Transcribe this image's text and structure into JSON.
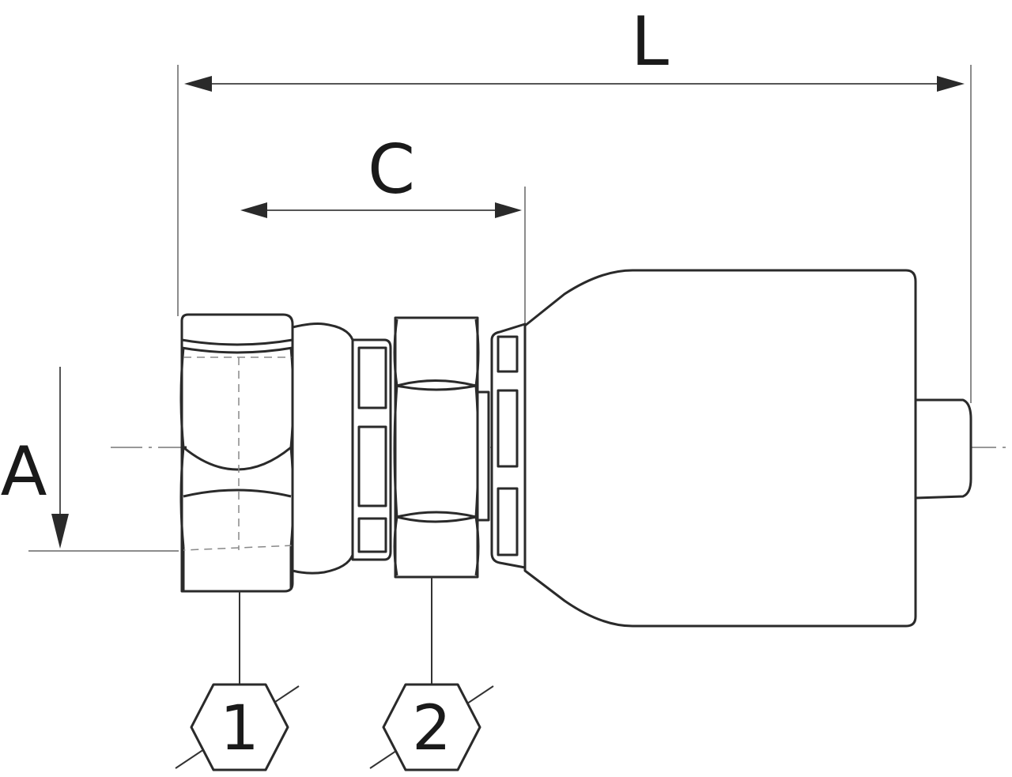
{
  "dimensions": {
    "length_label": "L",
    "c_label": "C",
    "a_label": "A"
  },
  "callouts": [
    {
      "number": "1"
    },
    {
      "number": "2"
    }
  ],
  "colors": {
    "line": "#2a2a2a",
    "background": "#ffffff"
  }
}
